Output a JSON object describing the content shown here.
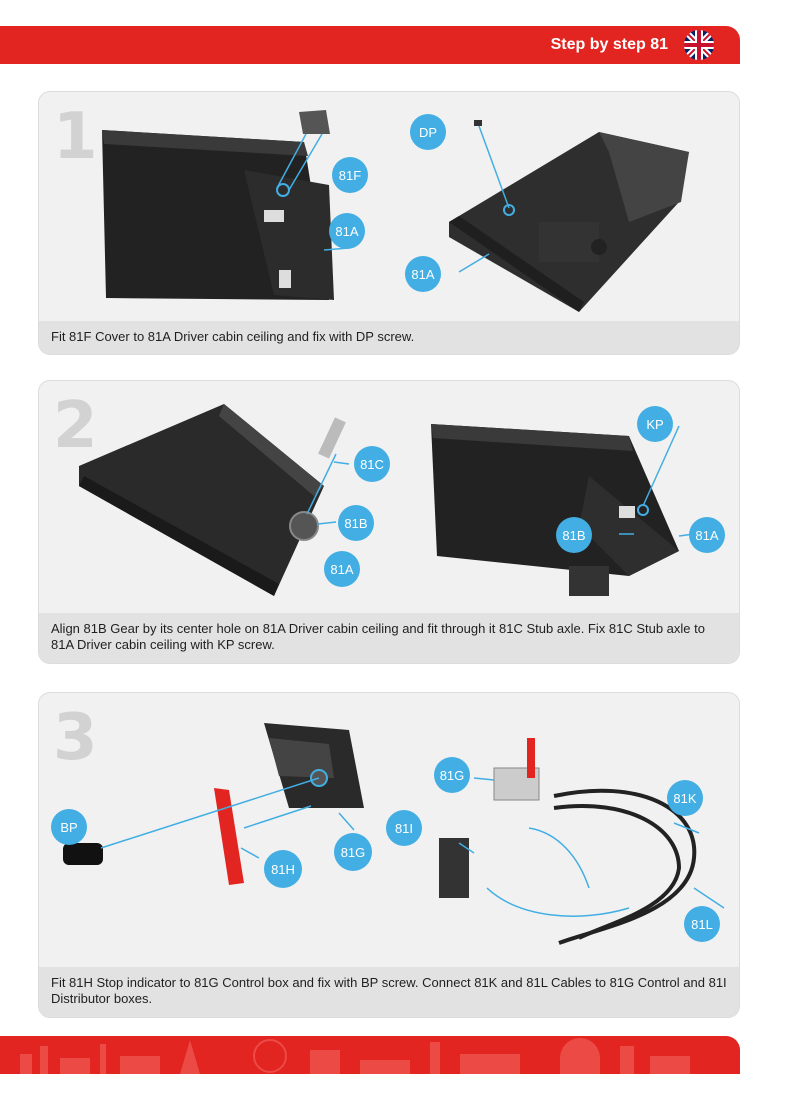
{
  "header": {
    "title": "Step by step 81",
    "flag_icon": "uk-flag-icon"
  },
  "colors": {
    "brand_red": "#e32522",
    "callout_blue": "#42aee3",
    "panel_gray": "#f1f1f1",
    "caption_gray": "#e2e2e2"
  },
  "steps": [
    {
      "number": "1",
      "callouts": [
        "81F",
        "81A",
        "DP",
        "81A"
      ],
      "caption": "Fit 81F Cover to 81A Driver cabin ceiling and fix with DP screw."
    },
    {
      "number": "2",
      "callouts": [
        "81C",
        "81B",
        "81A",
        "KP",
        "81B",
        "81A"
      ],
      "caption": "Align 81B Gear by its center hole on 81A Driver cabin ceiling and fit through it 81C Stub axle. Fix 81C Stub axle to 81A Driver cabin ceiling with KP screw."
    },
    {
      "number": "3",
      "callouts": [
        "BP",
        "81H",
        "81G",
        "81G",
        "81K",
        "81I",
        "81L"
      ],
      "caption": "Fit 81H Stop indicator to 81G Control box and fix with BP screw. Connect 81K and 81L Cables to 81G Control and 81I Distributor boxes."
    }
  ]
}
